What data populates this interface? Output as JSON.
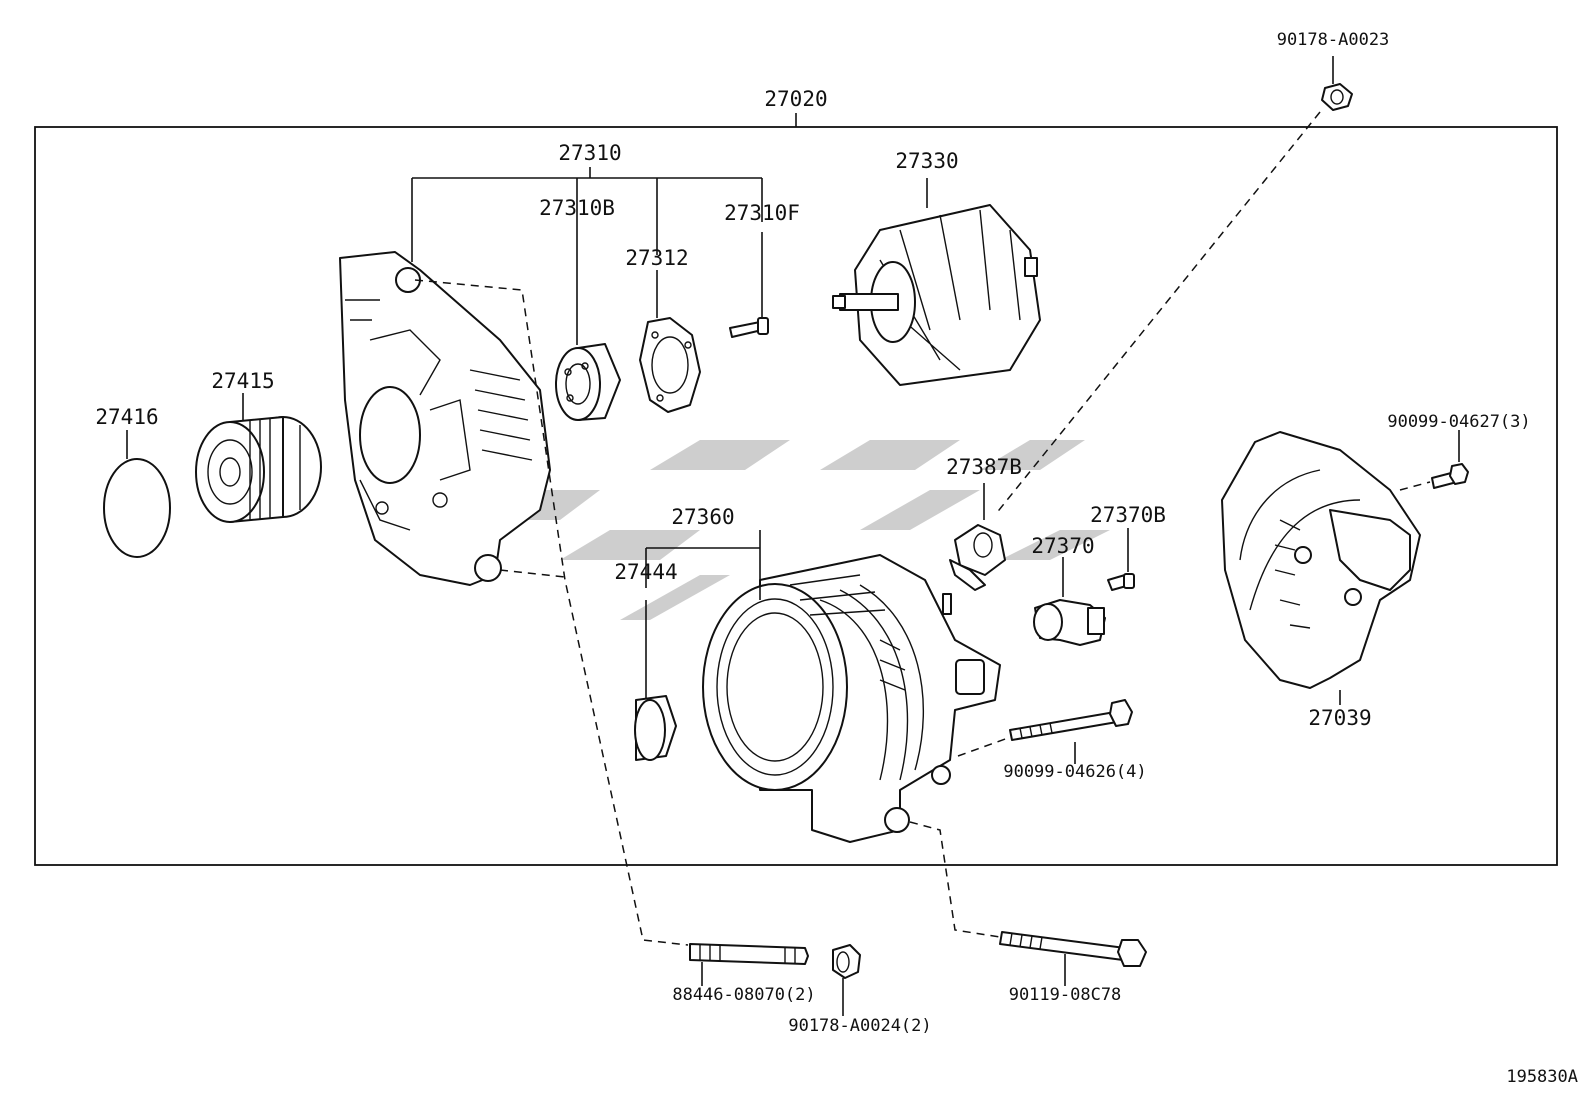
{
  "diagram": {
    "assembly_label": "27020",
    "figure_id": "195830A",
    "parts": {
      "p27310": "27310",
      "p27310B": "27310B",
      "p27312": "27312",
      "p27310F": "27310F",
      "p27330": "27330",
      "p90178A0023": "90178-A0023",
      "p27415": "27415",
      "p27416": "27416",
      "p90099_04627": "90099-04627(3)",
      "p27387B": "27387B",
      "p27370B": "27370B",
      "p27370": "27370",
      "p27360": "27360",
      "p27444": "27444",
      "p27039": "27039",
      "p90099_04626": "90099-04626(4)",
      "p88446": "88446-08070(2)",
      "p90178A0024": "90178-A0024(2)",
      "p90119": "90119-08C78"
    }
  }
}
